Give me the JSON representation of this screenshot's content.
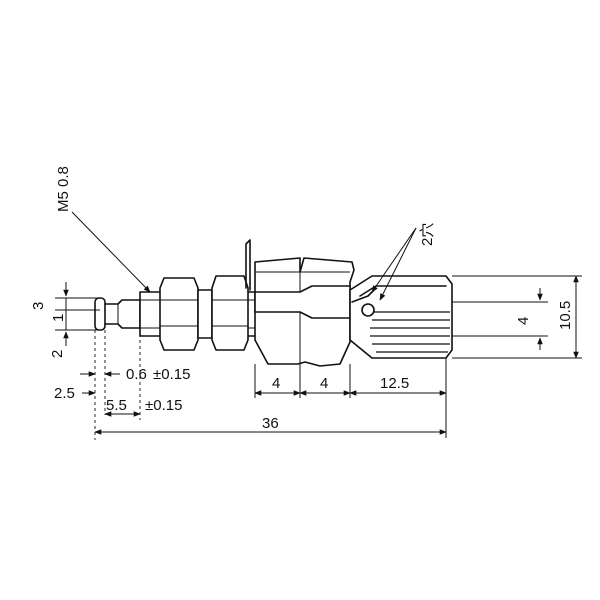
{
  "labels": {
    "thread": "M5 0.8",
    "holes": "2穴",
    "pin_height": "3",
    "pin_inner": "1",
    "pin_lower": "2",
    "tip_offset": "2.5",
    "tip_dia": "0.6",
    "tip_dia_tol": "±0.15",
    "tip_len": "5.5",
    "tip_len_tol": "±0.15",
    "seg_a": "4",
    "seg_b": "4",
    "cap_len": "12.5",
    "total_len": "36",
    "cap_dia": "4",
    "head_dia": "10.5"
  },
  "colors": {
    "ink": "#111111",
    "paper": "#ffffff"
  }
}
